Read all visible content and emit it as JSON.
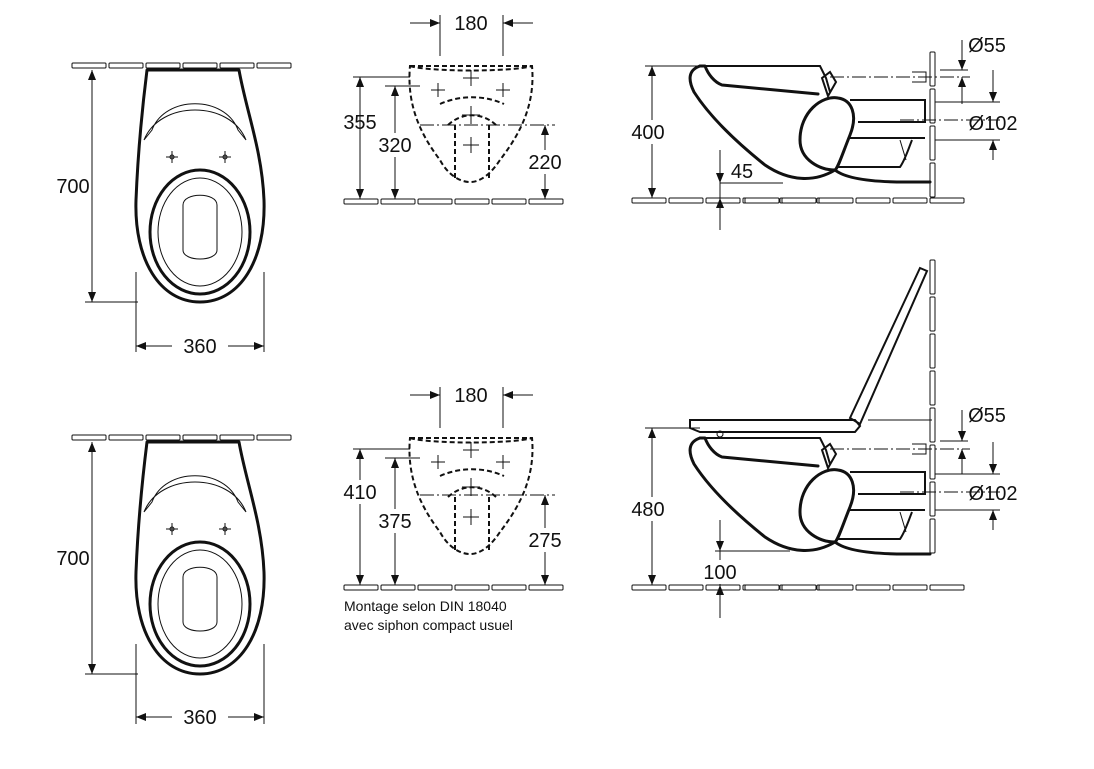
{
  "top_row": {
    "front": {
      "height": "700",
      "width": "360"
    },
    "rear": {
      "fixing_spacing": "180",
      "fixing_height": "355",
      "inlet_height": "320",
      "outlet_height": "220"
    },
    "side": {
      "rim_height": "400",
      "offset": "45",
      "inlet_diameter": "Ø55",
      "outlet_diameter": "Ø102"
    }
  },
  "bottom_row": {
    "front": {
      "height": "700",
      "width": "360"
    },
    "rear": {
      "fixing_spacing": "180",
      "fixing_height": "410",
      "inlet_height": "375",
      "outlet_height": "275"
    },
    "side": {
      "rim_height": "480",
      "offset": "100",
      "inlet_diameter": "Ø55",
      "outlet_diameter": "Ø102"
    }
  },
  "note": {
    "line1": "Montage selon DIN 18040",
    "line2": "avec siphon compact usuel"
  }
}
